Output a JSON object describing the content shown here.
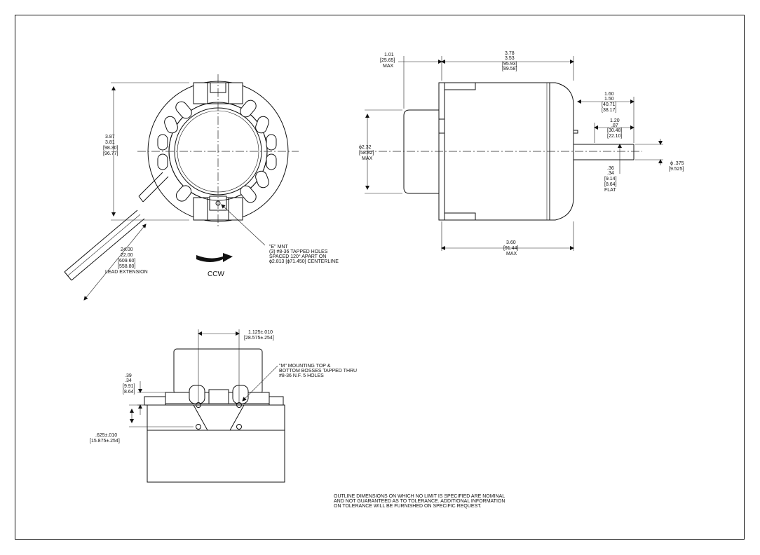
{
  "front_view": {
    "height_dim": [
      "3.87",
      "3.81",
      "[98.30]",
      "[96.77]"
    ],
    "lead_dim": [
      "24.00",
      "22.00",
      "[609.60]",
      "[558.80]"
    ],
    "lead_label": "LEAD EXTENSION",
    "mount_note": [
      "\"E\" MNT",
      "(3) #8-36 TAPPED HOLES",
      "SPACED 120° APART ON",
      "ϕ2.813 [ϕ71.450] CENTERLINE"
    ],
    "rotation_label": "CCW"
  },
  "side_view": {
    "boss_dim": [
      "1.01",
      "[25.65]",
      "MAX"
    ],
    "body_dim": [
      "3.78",
      "3.53",
      "[95.93]",
      "[89.58]"
    ],
    "dia_dim": [
      "ϕ2.32",
      "[58.82]",
      "MAX"
    ],
    "shaft_len_dim": [
      "1.60",
      "1.50",
      "[40.71]",
      "[38.17]"
    ],
    "flat_len_dim": [
      "1.20",
      ".87",
      "[30.48]",
      "[22.10]"
    ],
    "shaft_dia_dim": [
      "ϕ .375",
      "[9.525]"
    ],
    "flat_dim": [
      ".36",
      ".34",
      "[9.14]",
      "[8.64]",
      "FLAT"
    ],
    "overall_dim": [
      "3.60",
      "[91.44]",
      "MAX"
    ]
  },
  "bottom_view": {
    "spacing_dim": [
      "1.125±.010",
      "[28.575±.254]"
    ],
    "boss_note": [
      "\"M\" MOUNTING TOP &",
      "BOTTOM BOSSES TAPPED THRU",
      "#8-36 N.F. 5 HOLES"
    ],
    "boss_height_dim": [
      ".39",
      ".34",
      "[9.91]",
      "[8.64]"
    ],
    "hole_dim": [
      ".625±.010",
      "[15.875±.254]"
    ]
  },
  "footnote": [
    "OUTLINE DIMENSIONS ON WHICH NO LIMIT IS SPECIFIED ARE NOMINAL",
    "AND NOT GUARANTEED AS TO TOLERANCE. ADDITIONAL INFORMATION",
    "ON TOLERANCE WILL BE FURNISHED ON SPECIFIC REQUEST."
  ]
}
